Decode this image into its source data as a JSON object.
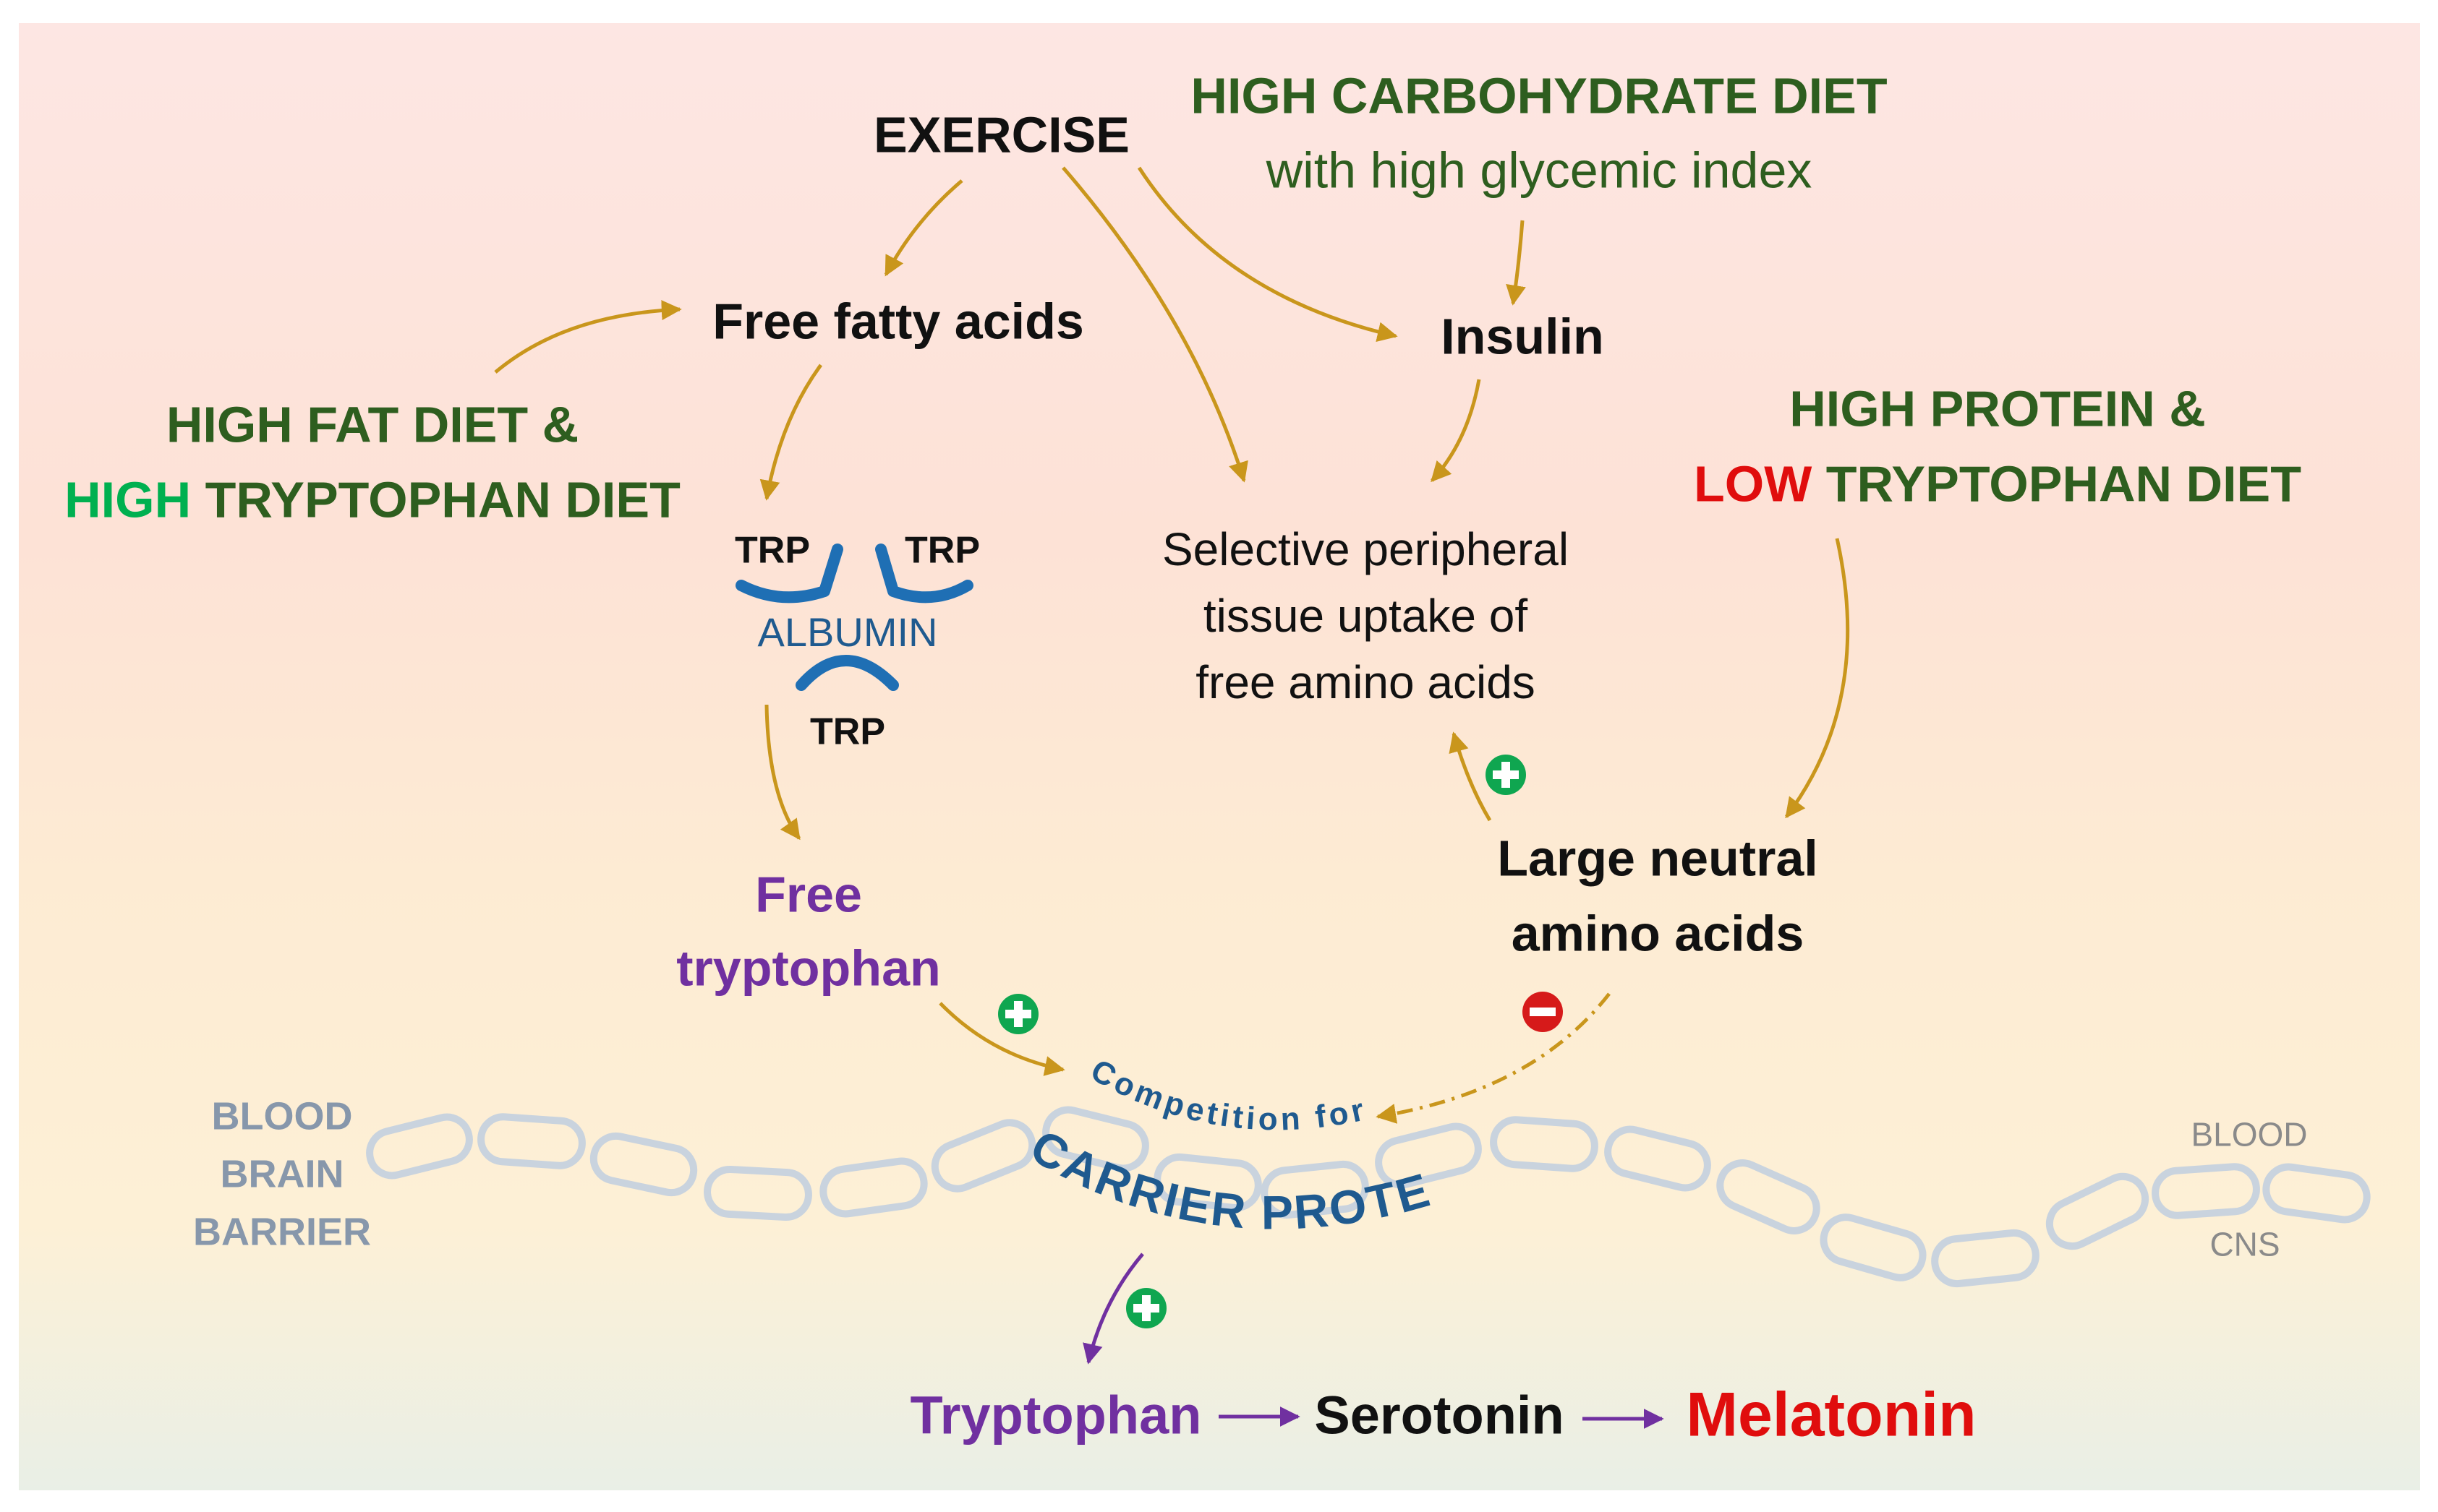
{
  "nodes": {
    "exercise": "EXERCISE",
    "carb_line1": "HIGH CARBOHYDRATE DIET",
    "carb_line2": "with high glycemic index",
    "ffa": "Free fatty acids",
    "insulin": "Insulin",
    "fat_line1": "HIGH FAT DIET &",
    "fat_high": "HIGH",
    "fat_rest": " TRYPTOPHAN DIET",
    "protein_line1": "HIGH PROTEIN &",
    "protein_low": "LOW",
    "protein_rest": " TRYPTOPHAN DIET",
    "uptake_line1": "Selective peripheral",
    "uptake_line2": "tissue uptake of",
    "uptake_line3": "free amino acids",
    "trp_left": "TRP",
    "trp_right": "TRP",
    "trp_bottom": "TRP",
    "albumin": "ALBUMIN",
    "free_trp_line1": "Free",
    "free_trp_line2": "tryptophan",
    "lnaa_line1": "Large neutral",
    "lnaa_line2": "amino acids",
    "competition": "Competition for",
    "carrier": "CARRIER PROTEIN",
    "bbb_line1": "BLOOD",
    "bbb_line2": "BRAIN",
    "bbb_line3": "BARRIER",
    "blood": "BLOOD",
    "cns": "CNS",
    "tryptophan": "Tryptophan",
    "serotonin": "Serotonin",
    "melatonin": "Melatonin"
  },
  "colors": {
    "diet_green": "#2e5e1f",
    "highlight_green": "#00b050",
    "red": "#e00d0d",
    "purple": "#7030a0",
    "albumin_blue": "#1f5a8f",
    "arrow_gold": "#c9961c",
    "barrier_grey": "#c9d3de"
  },
  "icons": {
    "plus": "plus-circle-icon",
    "minus": "minus-circle-icon"
  }
}
